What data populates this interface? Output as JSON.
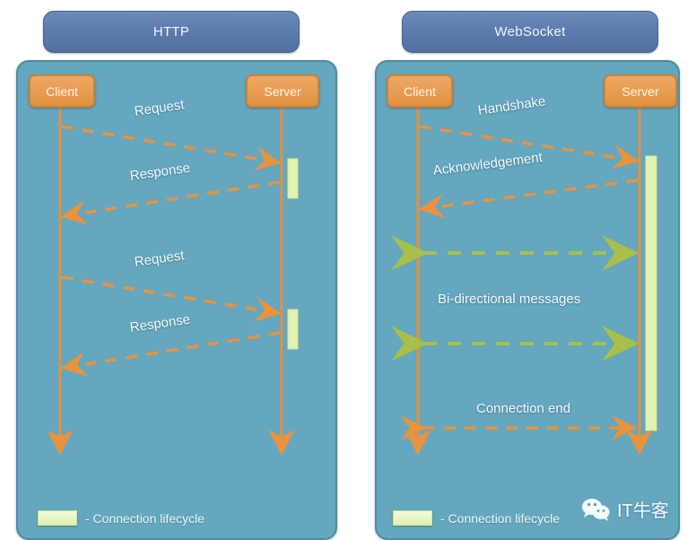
{
  "diagram": {
    "title_http": "HTTP",
    "title_websocket": "WebSocket",
    "legend_label": "- Connection lifecycle",
    "colors": {
      "panel_bg": "#64a7bf",
      "panel_border": "#4d8ca3",
      "header_blue": "#5a7aac",
      "actor_orange": "#e79b50",
      "lifeline_orange": "#e4913f",
      "arrow_orange": "#e8933f",
      "arrow_green": "#a9bf4a",
      "activation_green": "#e4f2b0",
      "label_text": "#f4fafd"
    }
  },
  "http_panel": {
    "actors": {
      "client": "Client",
      "server": "Server"
    },
    "messages": [
      {
        "label": "Request",
        "direction": "client-to-server",
        "style": "dashed-orange"
      },
      {
        "label": "Response",
        "direction": "server-to-client",
        "style": "dashed-orange"
      },
      {
        "label": "Request",
        "direction": "client-to-server",
        "style": "dashed-orange"
      },
      {
        "label": "Response",
        "direction": "server-to-client",
        "style": "dashed-orange"
      }
    ],
    "activations": 2,
    "legend": "- Connection lifecycle"
  },
  "websocket_panel": {
    "actors": {
      "client": "Client",
      "server": "Server"
    },
    "messages": [
      {
        "label": "Handshake",
        "direction": "client-to-server",
        "style": "dashed-orange"
      },
      {
        "label": "Acknowledgement",
        "direction": "server-to-client",
        "style": "dashed-orange"
      },
      {
        "label": "",
        "direction": "bidirectional",
        "style": "dashed-green"
      },
      {
        "label": "Bi-directional messages",
        "direction": "caption",
        "style": "text"
      },
      {
        "label": "",
        "direction": "bidirectional",
        "style": "dashed-green"
      },
      {
        "label": "Connection end",
        "direction": "bidirectional",
        "style": "dashed-orange"
      }
    ],
    "activations": 1,
    "legend": "- Connection lifecycle"
  },
  "watermark": {
    "icon": "wechat-icon",
    "text": "IT牛客"
  }
}
